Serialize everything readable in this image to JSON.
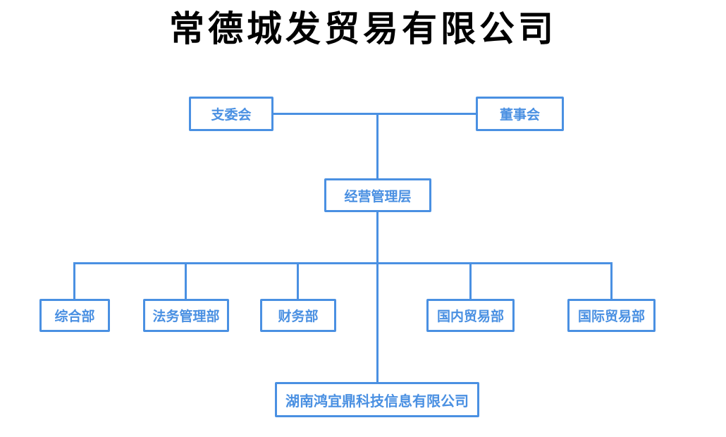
{
  "title": "常德城发贸易有限公司",
  "org": {
    "type": "org-tree",
    "accent_color": "#4a90e2",
    "background_color": "#ffffff",
    "nodes": [
      {
        "id": "zhiweihui",
        "label": "支委会",
        "level": 1
      },
      {
        "id": "dongshihui",
        "label": "董事会",
        "level": 1
      },
      {
        "id": "jingying",
        "label": "经营管理层",
        "level": 2
      },
      {
        "id": "zonghe",
        "label": "综合部",
        "level": 3
      },
      {
        "id": "fawu",
        "label": "法务管理部",
        "level": 3
      },
      {
        "id": "caiwu",
        "label": "财务部",
        "level": 3
      },
      {
        "id": "guonei",
        "label": "国内贸易部",
        "level": 3
      },
      {
        "id": "guoji",
        "label": "国际贸易部",
        "level": 3
      },
      {
        "id": "hunan",
        "label": "湖南鸿宜鼎科技信息有限公司",
        "level": 4
      }
    ],
    "edges": [
      {
        "from": "zhiweihui",
        "to": "jingying"
      },
      {
        "from": "dongshihui",
        "to": "jingying"
      },
      {
        "from": "jingying",
        "to": "zonghe"
      },
      {
        "from": "jingying",
        "to": "fawu"
      },
      {
        "from": "jingying",
        "to": "caiwu"
      },
      {
        "from": "jingying",
        "to": "guonei"
      },
      {
        "from": "jingying",
        "to": "guoji"
      },
      {
        "from": "jingying",
        "to": "hunan"
      }
    ]
  }
}
